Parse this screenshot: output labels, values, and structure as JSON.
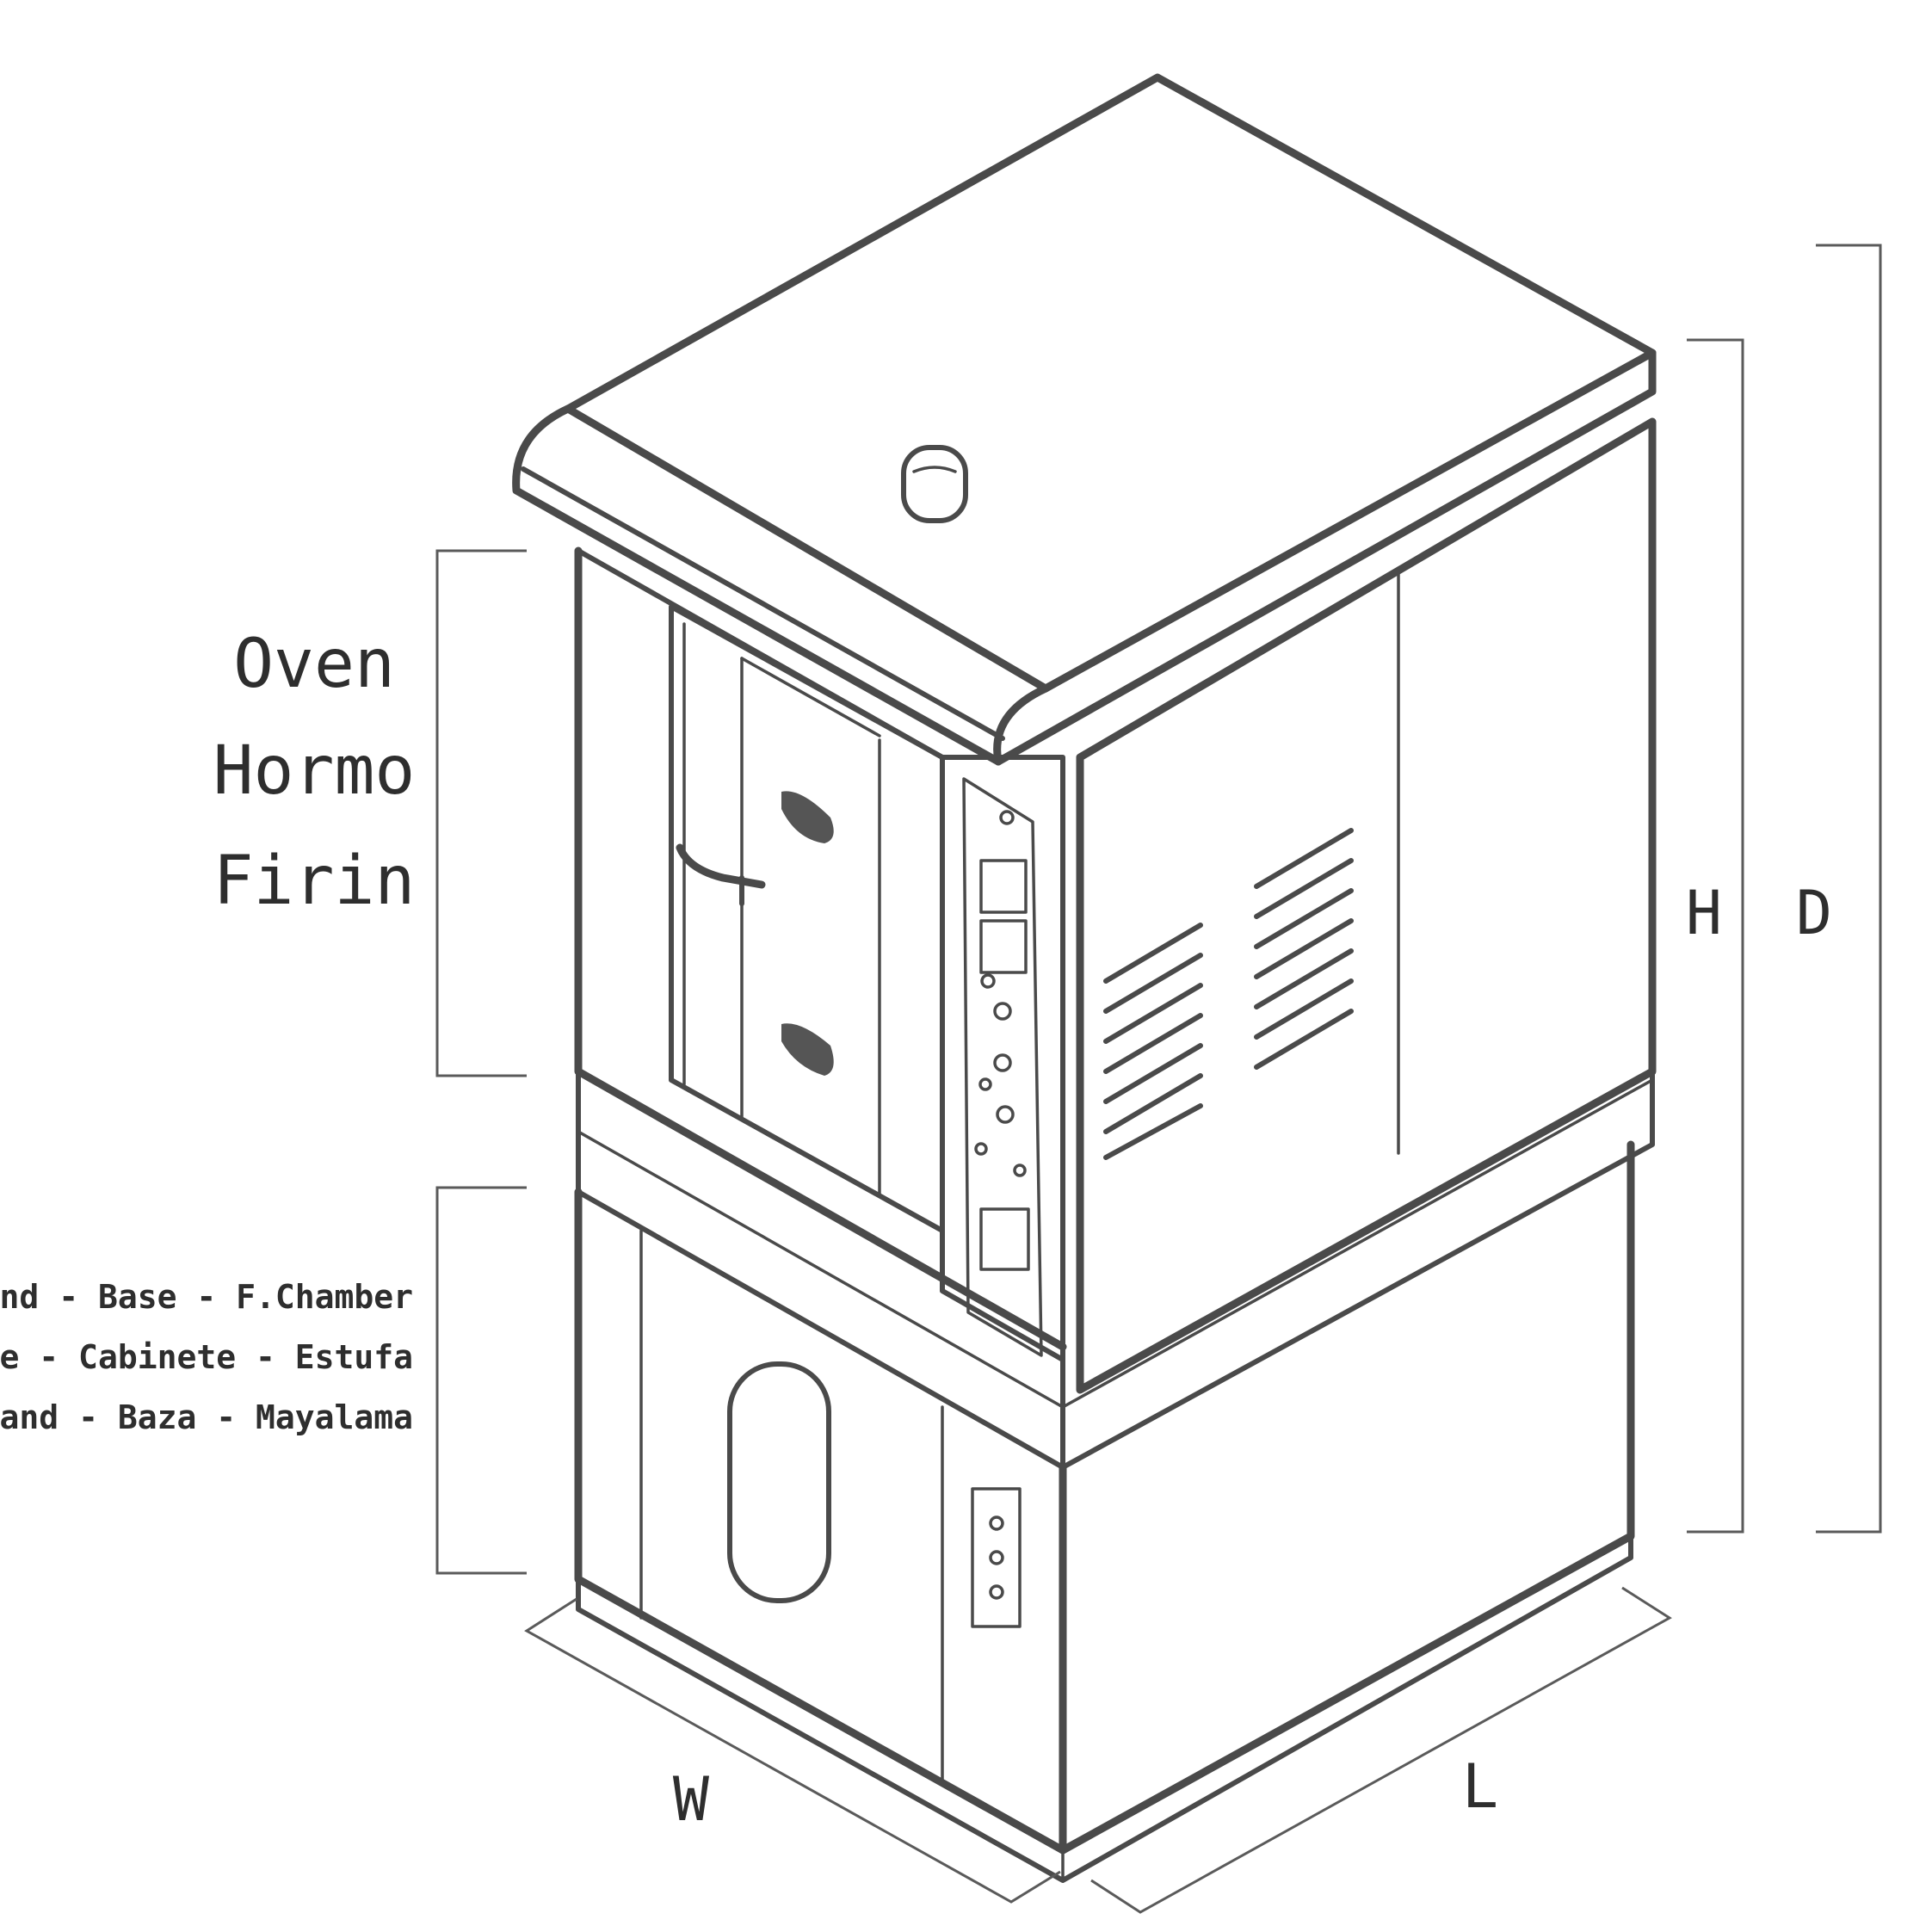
{
  "labels": {
    "oven": [
      "Oven",
      "Hormo",
      "Firin"
    ],
    "stand": [
      "Stand - Base - F.Chamber",
      "Soporte - Cabinete - Estufa",
      "Stand - Baza - Mayalama"
    ]
  },
  "dimensions": {
    "height": "H",
    "depth": "D",
    "width": "W",
    "length": "L"
  }
}
